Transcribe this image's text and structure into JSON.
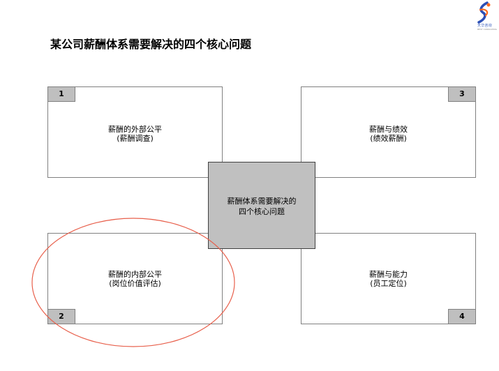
{
  "title": "某公司薪酬体系需要解决的四个核心问题",
  "logo": {
    "name": "company-logo",
    "text": "天华咨询",
    "sub": "BEST CONSULTING"
  },
  "center": {
    "line1": "薪酬体系需要解决的",
    "line2": "四个核心问题"
  },
  "quadrants": {
    "q1": {
      "number": "1",
      "line1": "薪酬的外部公平",
      "line2": "(薪酬调查)"
    },
    "q2": {
      "number": "2",
      "line1": "薪酬的内部公平",
      "line2": "(岗位价值评估)"
    },
    "q3": {
      "number": "3",
      "line1": "薪酬与绩效",
      "line2": "(绩效薪酬)"
    },
    "q4": {
      "number": "4",
      "line1": "薪酬与能力",
      "line2": "(员工定位)"
    }
  },
  "colors": {
    "box_border": "#808080",
    "number_fill": "#bfbfbf",
    "center_fill": "#c0c0c0",
    "highlight_ellipse": "#e8604c",
    "logo_blue": "#2c4fb5",
    "logo_orange": "#ff6a1a"
  }
}
